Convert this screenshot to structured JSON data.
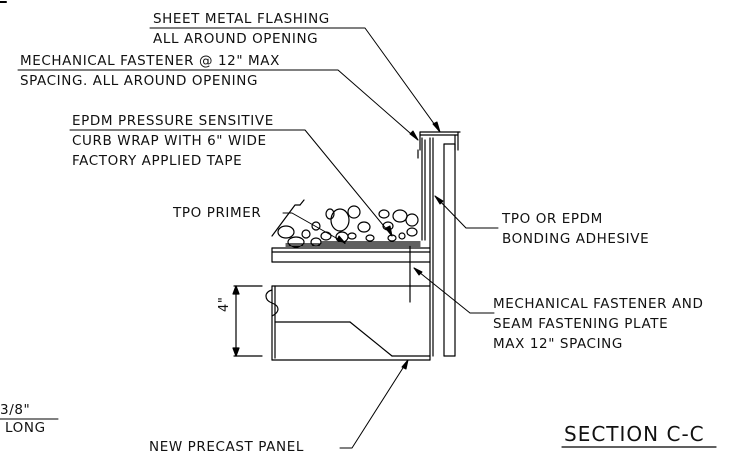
{
  "notes": {
    "sheet_metal": [
      "SHEET METAL FLASHING",
      "ALL AROUND OPENING"
    ],
    "mech_fastener_top": [
      "MECHANICAL FASTENER @ 12\" MAX",
      "SPACING. ALL AROUND OPENING"
    ],
    "epdm_wrap": [
      "EPDM PRESSURE SENSITIVE",
      "CURB WRAP WITH 6\" WIDE",
      "FACTORY APPLIED TAPE"
    ],
    "tpo_primer": "TPO PRIMER",
    "bonding_adhesive": [
      "TPO OR EPDM",
      "BONDING ADHESIVE"
    ],
    "mech_fastener_plate": [
      "MECHANICAL FASTENER AND",
      "SEAM FASTENING PLATE",
      "MAX 12\" SPACING"
    ],
    "precast_panel": "NEW PRECAST PANEL",
    "left_fragment": [
      "3/8\"",
      "LONG"
    ]
  },
  "dimension": "4\"",
  "section_title": "SECTION C-C"
}
